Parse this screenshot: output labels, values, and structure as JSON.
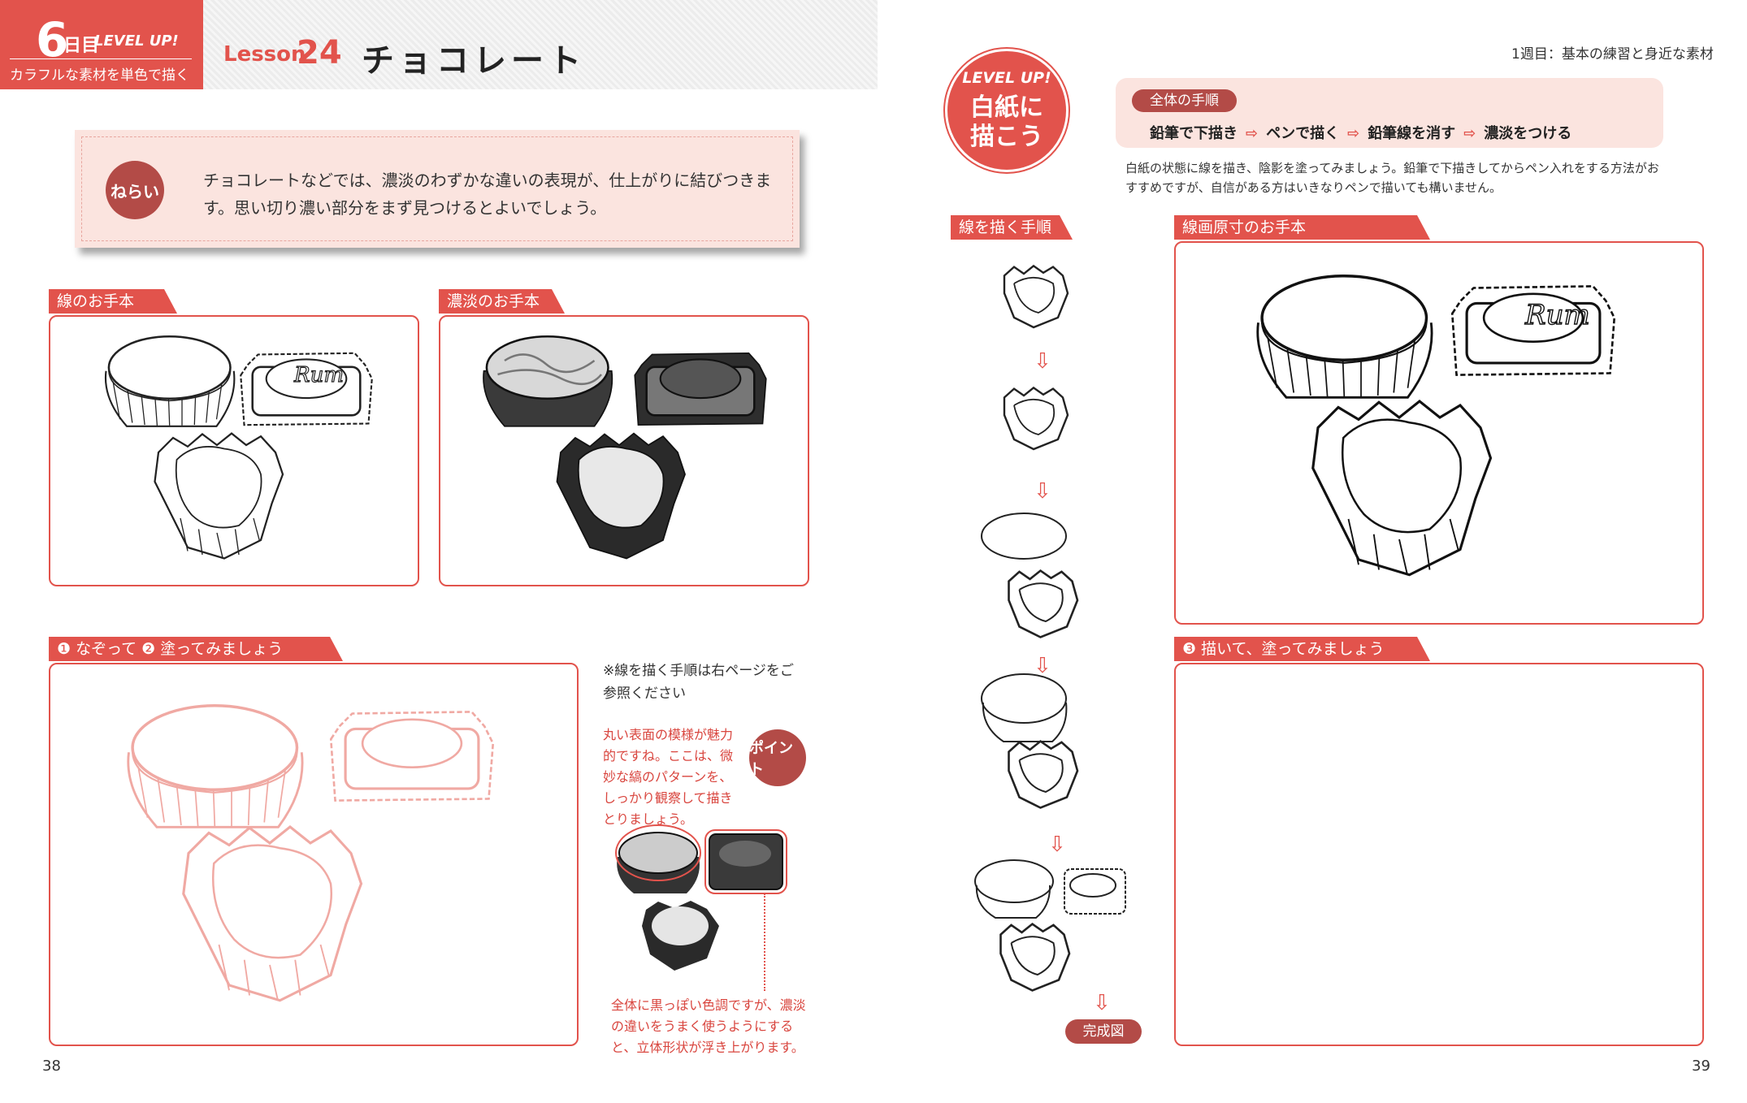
{
  "header": {
    "day_number": "6",
    "day_label": "日目",
    "level_badge": "LEVEL UP!",
    "subtitle": "カラフルな素材を単色で描く",
    "lesson_prefix": "Lesson",
    "lesson_number": "24",
    "lesson_title": "チョコレート",
    "week_label": "1週目：基本の練習と身近な素材"
  },
  "aim": {
    "badge": "ねらい",
    "text": "チョコレートなどでは、濃淡のわずかな違いの表現が、仕上がりに結びつきます。思い切り濃い部分をまず見つけるとよいでしょう。"
  },
  "left_page": {
    "line_example_label": "線のお手本",
    "shade_example_label": "濃淡のお手本",
    "practice_label": "❶ なぞって ❷ 塗ってみましょう",
    "reference_note": "※線を描く手順は右ページをご参照ください",
    "point_badge": "ポイント",
    "point_note": "丸い表面の模様が魅力的ですね。ここは、微妙な縞のパターンを、しっかり観察して描きとりましょう。",
    "bottom_note": "全体に黒っぽい色調ですが、濃淡の違いをうまく使うようにすると、立体形状が浮き上がります。",
    "page_number": "38"
  },
  "right_page": {
    "level_badge": "LEVEL UP!",
    "level_title_1": "白紙に",
    "level_title_2": "描こう",
    "steps_tag": "全体の手順",
    "steps": [
      "鉛筆で下描き",
      "ペンで描く",
      "鉛筆線を消す",
      "濃淡をつける"
    ],
    "step_arrow": "⇨",
    "intro": "白紙の状態に線を描き、陰影を塗ってみましょう。鉛筆で下描きしてからペン入れをする方法がおすすめですが、自信がある方はいきなりペンで描いても構いません。",
    "process_label": "線を描く手順",
    "fullsize_label": "線画原寸のお手本",
    "draw_label": "❸ 描いて、塗ってみましょう",
    "final_label": "完成図",
    "rum_text": "Rum",
    "page_number": "39"
  },
  "colors": {
    "accent": "#e2534c",
    "dark_accent": "#b34b47",
    "pink_bg": "#fbe4df",
    "trace_pink": "#f0a9a3"
  }
}
